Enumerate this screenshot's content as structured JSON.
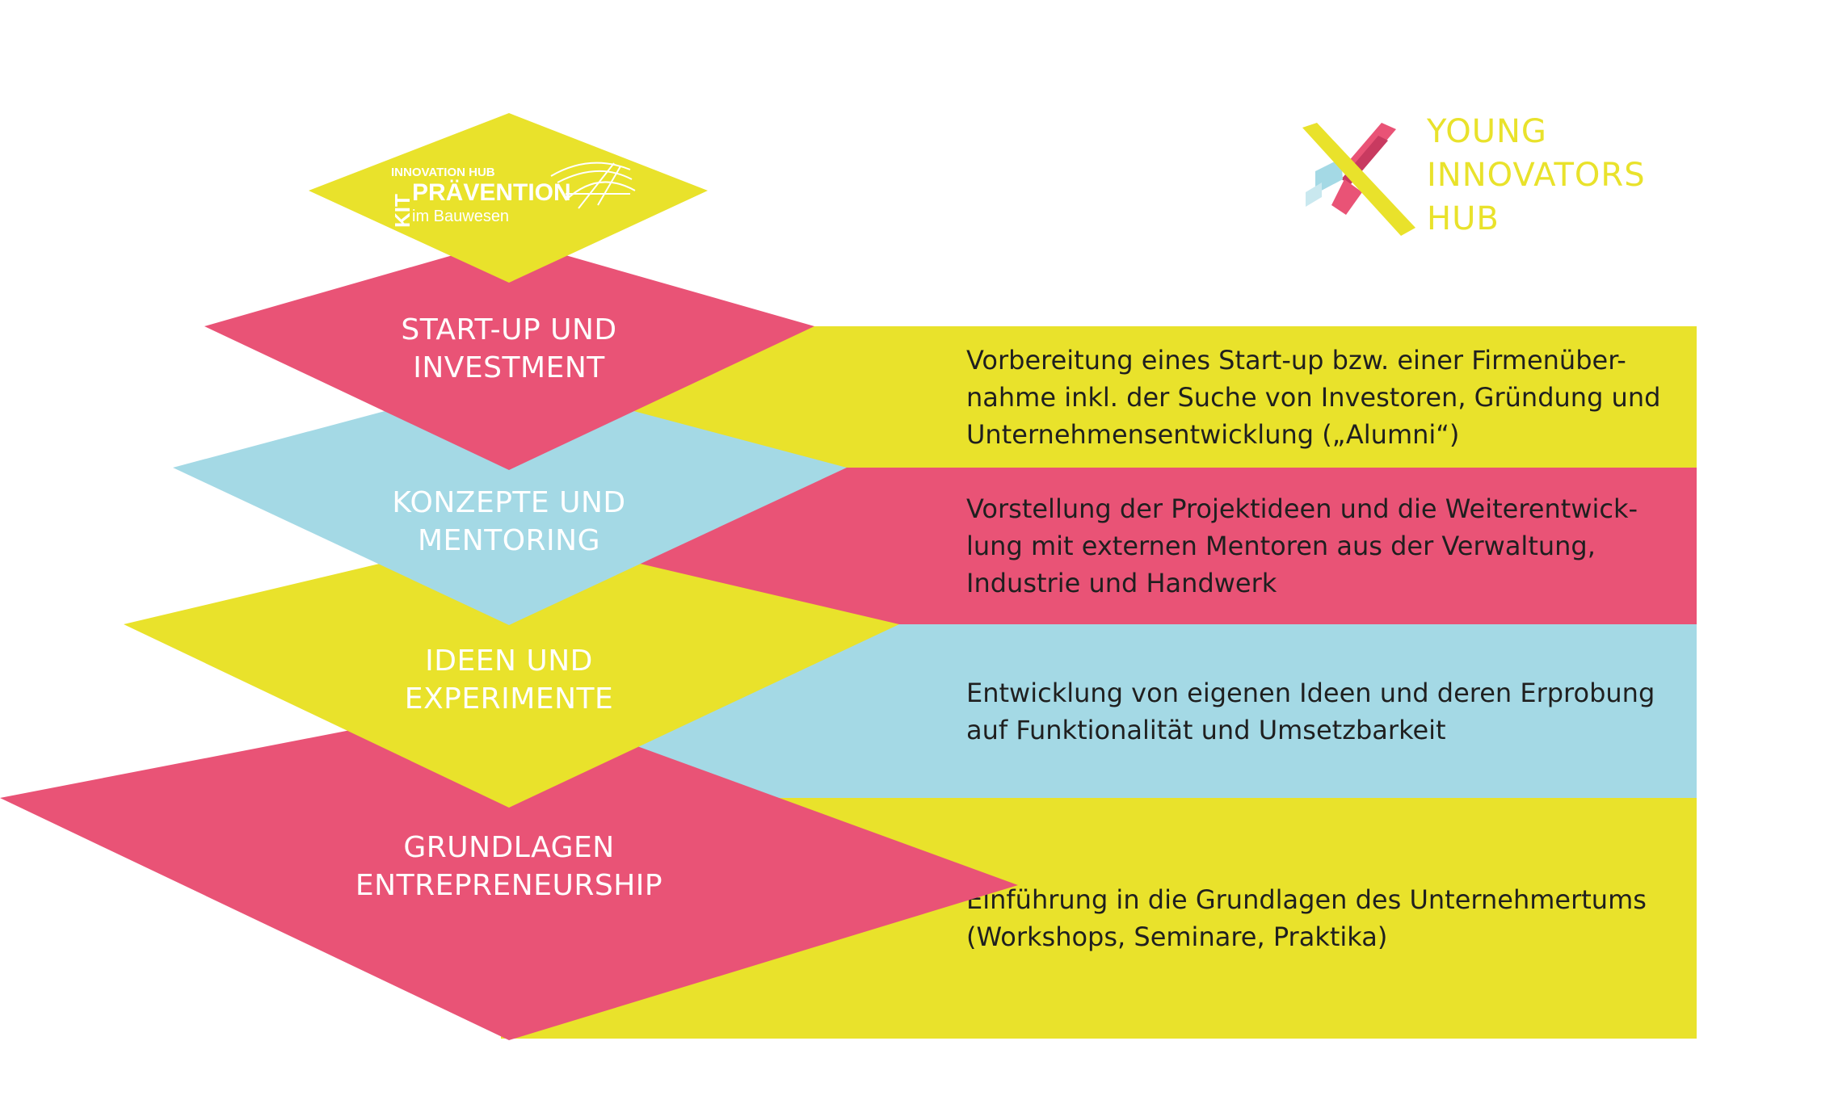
{
  "colors": {
    "yellow": "#e9e22b",
    "pink": "#e95376",
    "blue": "#a4d9e5",
    "label_text": "#ffffff",
    "body_text": "#1f1f1f"
  },
  "top_logo": {
    "line1": "INNOVATION HUB",
    "line2": "PRÄVENTION",
    "line3": "im Bauwesen",
    "vertical": "KIT"
  },
  "brand": {
    "icon": "crossed-x-logo-icon",
    "lines": [
      "YOUNG",
      "INNOVATORS",
      "HUB"
    ]
  },
  "tiers": [
    {
      "lines": [
        "START-UP UND",
        "INVESTMENT"
      ],
      "description": "Vorbereitung eines Start-up bzw. einer Firmenüber-nahme inkl. der Suche von Investoren, Gründung und Unternehmensentwicklung („Alumni“)"
    },
    {
      "lines": [
        "KONZEPTE UND",
        "MENTORING"
      ],
      "description": "Vorstellung der Projektideen und die Weiterentwick-lung mit externen Mentoren aus der Verwaltung, Industrie und Handwerk"
    },
    {
      "lines": [
        "IDEEN UND",
        "EXPERIMENTE"
      ],
      "description": "Entwicklung von eigenen Ideen und deren Erprobung auf Funktionalität und Umsetzbarkeit"
    },
    {
      "lines": [
        "GRUNDLAGEN",
        "ENTREPRENEURSHIP"
      ],
      "description": "Einführung in die Grundlagen des Unternehmertums (Workshops, Seminare, Praktika)"
    }
  ]
}
